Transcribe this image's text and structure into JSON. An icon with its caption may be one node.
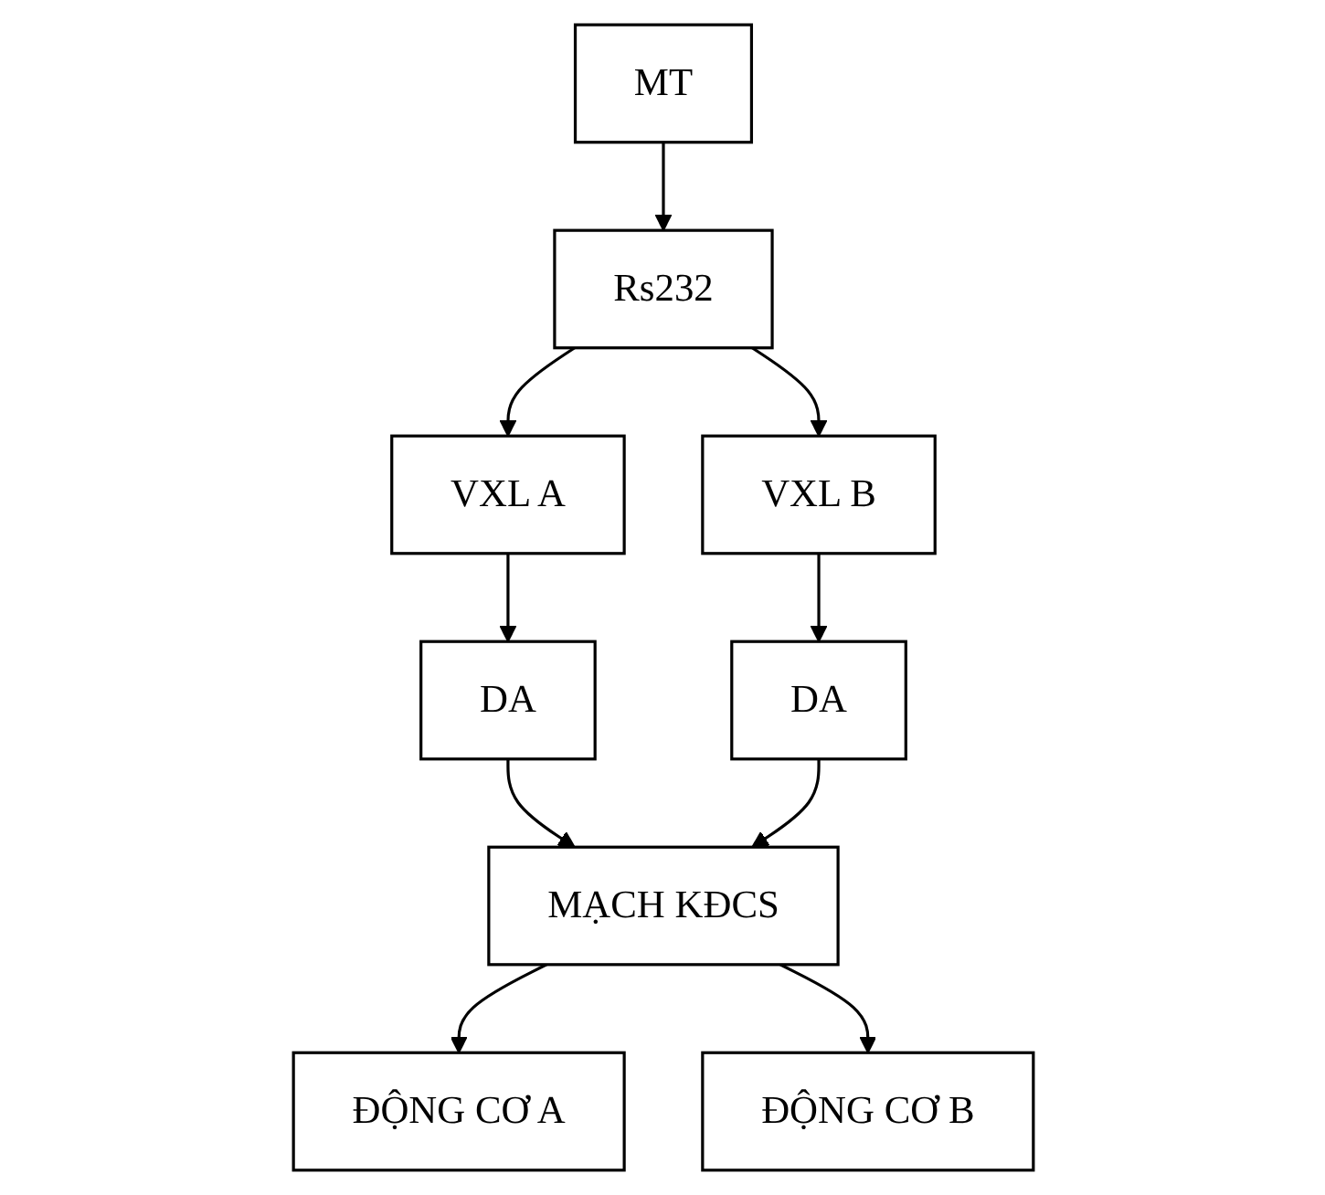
{
  "diagram": {
    "nodes": [
      {
        "text": [
          "MT"
        ]
      },
      {
        "text": [
          "Rs232"
        ]
      },
      {
        "text": [
          "VXL A"
        ]
      },
      {
        "text": [
          "VXL B"
        ]
      },
      {
        "text": [
          "DA"
        ]
      },
      {
        "text": [
          "DA"
        ]
      },
      {
        "text": [
          "MẠCH KĐCS"
        ]
      },
      {
        "text": [
          "ĐỘNG CƠ A"
        ]
      },
      {
        "text": [
          "ĐỘNG CƠ B"
        ]
      }
    ],
    "edges": [
      {
        "from": 0,
        "to": 1,
        "arrow": "to"
      },
      {
        "from": 1,
        "to": 2,
        "arrow": "to"
      },
      {
        "from": 1,
        "to": 3,
        "arrow": "to"
      },
      {
        "from": 2,
        "to": 4,
        "arrow": "to"
      },
      {
        "from": 3,
        "to": 5,
        "arrow": "to"
      },
      {
        "from": 4,
        "to": 6,
        "arrow": "to"
      },
      {
        "from": 5,
        "to": 6,
        "arrow": "to"
      },
      {
        "from": 6,
        "to": 7,
        "arrow": "to"
      },
      {
        "from": 6,
        "to": 8,
        "arrow": "to"
      }
    ]
  }
}
